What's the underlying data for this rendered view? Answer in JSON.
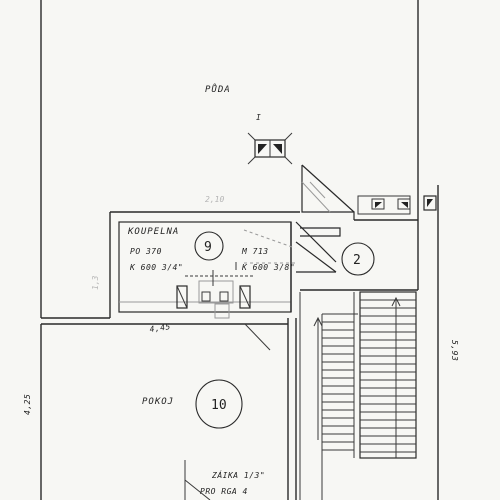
{
  "rooms": {
    "puda": {
      "label": "PŮDA",
      "symbol_mark": "I"
    },
    "koupelna": {
      "label": "KOUPELNA",
      "number": "9",
      "specs": [
        "PO 370",
        "K 600 3/4\"",
        "M 713",
        "K 600 3/8\""
      ]
    },
    "pokoj": {
      "label": "POKOJ",
      "number": "10",
      "notes": [
        "ZÁIKA 1/3\"",
        "PRO RGA 4"
      ]
    },
    "hall": {
      "number": "2"
    }
  },
  "dimensions": {
    "right": "5,93",
    "left": "4,25",
    "bath_width": "4,45",
    "top_faint": "2,10",
    "left_faint": "1,3"
  }
}
